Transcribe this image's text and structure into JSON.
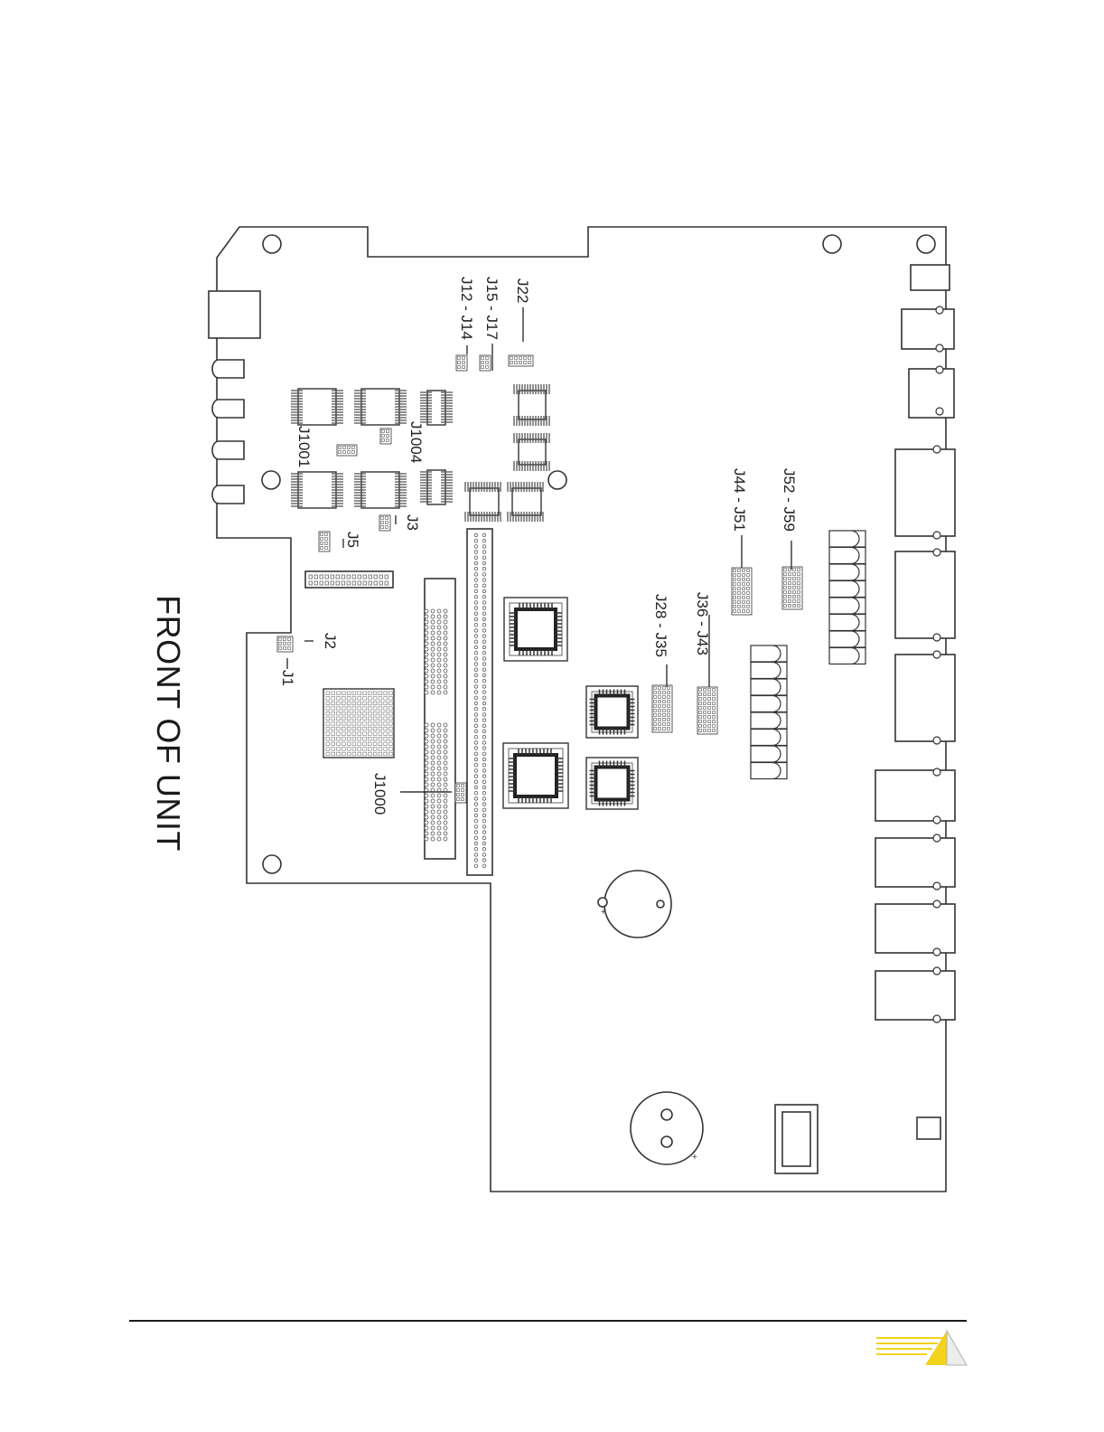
{
  "front_label": "FRONT OF UNIT",
  "jumper_labels": [
    {
      "id": "j22",
      "text": "J22"
    },
    {
      "id": "j15-j17",
      "text": "J15 - J17"
    },
    {
      "id": "j12-j14",
      "text": "J12 - J14"
    },
    {
      "id": "j1004",
      "text": "J1004"
    },
    {
      "id": "j1001",
      "text": "J1001"
    },
    {
      "id": "j3",
      "text": "J3"
    },
    {
      "id": "j5",
      "text": "J5"
    },
    {
      "id": "j2",
      "text": "J2"
    },
    {
      "id": "j1",
      "text": "J1"
    },
    {
      "id": "j1000",
      "text": "J1000"
    },
    {
      "id": "j52-j59",
      "text": "J52 - J59"
    },
    {
      "id": "j44-j51",
      "text": "J44 - J51"
    },
    {
      "id": "j36-j43",
      "text": "J36 - J43"
    },
    {
      "id": "j28-j35",
      "text": "J28 - J35"
    }
  ],
  "colors": {
    "line": "#333333",
    "chip_pin": "#555555",
    "logo_yellow": "#f2d21b",
    "logo_gray": "#c9c9c9"
  }
}
